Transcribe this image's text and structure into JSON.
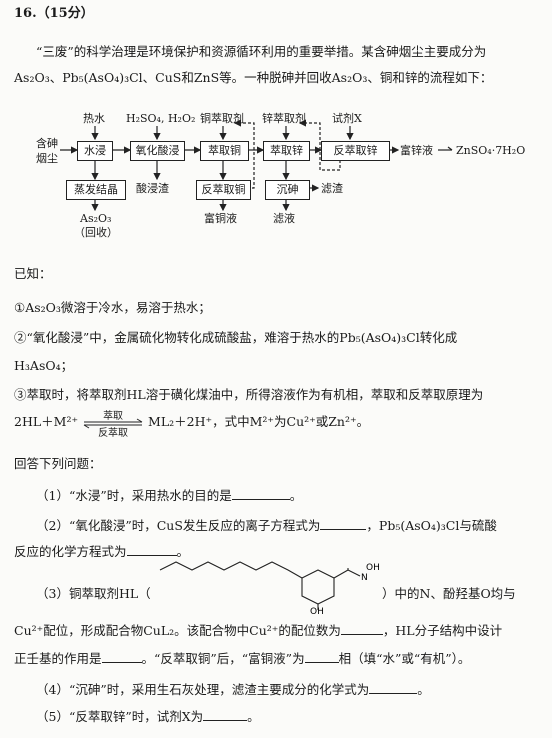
{
  "question": {
    "number": "16.（15分）",
    "intro_line1": "“三废”的科学治理是环境保护和资源循环利用的重要举措。某含砷烟尘主要成分为",
    "intro_line2": "As₂O₃、Pb₅(AsO₄)₃Cl、CuS和ZnS等。一种脱砷并回收As₂O₃、铜和锌的流程如下："
  },
  "flow": {
    "input_label_1": "含砷",
    "input_label_2": "烟尘",
    "boxes": {
      "water_leach": "水浸",
      "oxid_acid_leach": "氧化酸浸",
      "cu_extract": "萃取铜",
      "zn_extract": "萃取锌",
      "back_extract_zn": "反萃取锌",
      "evap_cryst": "蒸发结晶",
      "back_extract_cu": "反萃取铜",
      "precip_as": "沉砷"
    },
    "reagents": {
      "hot_water": "热水",
      "acid_oxidant": "H₂SO₄, H₂O₂",
      "cu_extractant": "铜萃取剂",
      "zn_extractant": "锌萃取剂",
      "reagent_x": "试剂X"
    },
    "outputs": {
      "rich_zn": "富锌液",
      "product": "ZnSO₄·7H₂O",
      "filtrate_right": "滤渣",
      "as2o3": "As₂O₃",
      "recovery": "（回收）",
      "acid_residue": "酸浸渣",
      "rich_cu": "富铜液",
      "filtrate_bottom": "滤液"
    }
  },
  "known": {
    "heading": "已知：",
    "item1": "①As₂O₃微溶于冷水，易溶于热水；",
    "item2a": "②“氧化酸浸”中，金属硫化物转化成硫酸盐，难溶于热水的Pb₅(AsO₄)₃Cl转化成",
    "item2b": "H₃AsO₄；",
    "item3a": "③萃取时，将萃取剂HL溶于磺化煤油中，所得溶液作为有机相，萃取和反萃取原理为",
    "eq_left": "2HL＋M²⁺",
    "eq_top": "萃取",
    "eq_bottom": "反萃取",
    "eq_right": "ML₂＋2H⁺，式中M²⁺为Cu²⁺或Zn²⁺。"
  },
  "answer_heading": "回答下列问题：",
  "q1": {
    "text_a": "（1）“水浸”时，采用热水的目的是",
    "text_b": "。"
  },
  "q2": {
    "text_a": "（2）“氧化酸浸”时，CuS发生反应的离子方程式为",
    "text_b": "，Pb₅(AsO₄)₃Cl与硫酸",
    "text_c": "反应的化学方程式为",
    "text_d": "。"
  },
  "q3": {
    "text_a": "（3）铜萃取剂HL（",
    "text_b": "）中的N、酚羟基O均与",
    "struct_oh1": "OH",
    "struct_n": "N",
    "struct_oh2": "OH",
    "text_c": "Cu²⁺配位，形成配合物CuL₂。该配合物中Cu²⁺的配位数为",
    "text_d": "，HL分子结构中设计",
    "text_e": "正壬基的作用是",
    "text_f": "。“反萃取铜”后，“富铜液”为",
    "text_g": "相（填“水”或“有机”）。"
  },
  "q4": {
    "text_a": "（4）“沉砷”时，采用生石灰处理，滤渣主要成分的化学式为",
    "text_b": "。"
  },
  "q5": {
    "text_a": "（5）“反萃取锌”时，试剂X为",
    "text_b": "。"
  }
}
